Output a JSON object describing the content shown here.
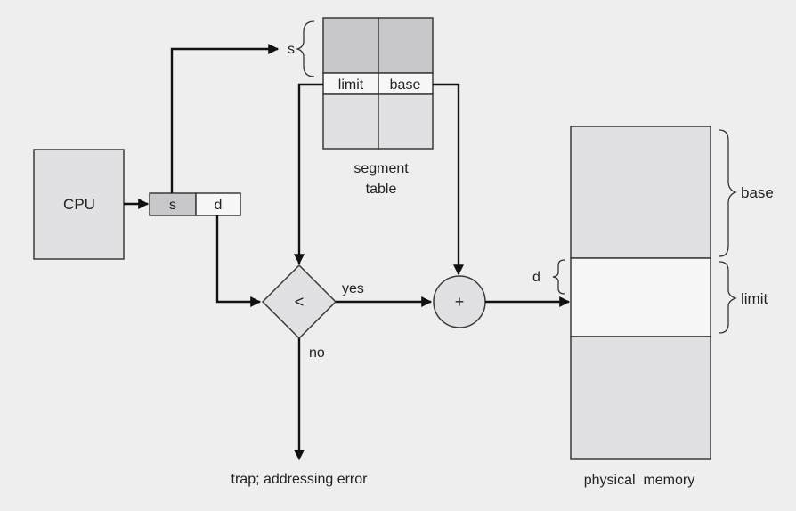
{
  "diagram": {
    "cpu_label": "CPU",
    "address": {
      "s": "s",
      "d": "d"
    },
    "s_pointer_label": "s",
    "segment_table": {
      "limit_label": "limit",
      "base_label": "base",
      "caption_line1": "segment",
      "caption_line2": "table"
    },
    "comparator_symbol": "<",
    "adder_symbol": "+",
    "yes_label": "yes",
    "no_label": "no",
    "trap_label": "trap; addressing error",
    "memory": {
      "base_label": "base",
      "limit_label": "limit",
      "d_label": "d",
      "caption": "physical  memory"
    }
  }
}
